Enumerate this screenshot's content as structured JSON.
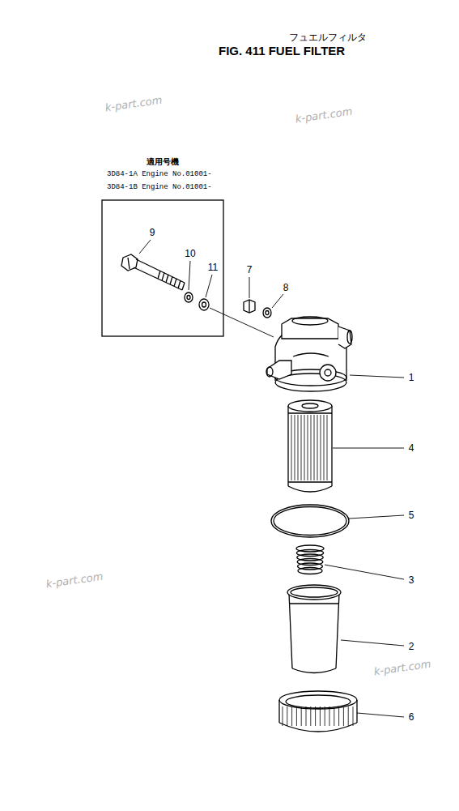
{
  "diagram": {
    "title": "FIG. 411 FUEL FILTER",
    "nodes": [
      {
        "text": [
          "適用号機",
          "3D84-1A Engine No.01001- 3D84-1B Engine No.01001-"
        ]
      }
    ],
    "labels": [
      "フュエルフィルタ",
      "9",
      "10",
      "11",
      "7",
      "8",
      "1",
      "4",
      "5",
      "3",
      "2",
      "6",
      "k-part.com",
      "k-part.com",
      "k-part.com",
      "k-part.com"
    ]
  }
}
